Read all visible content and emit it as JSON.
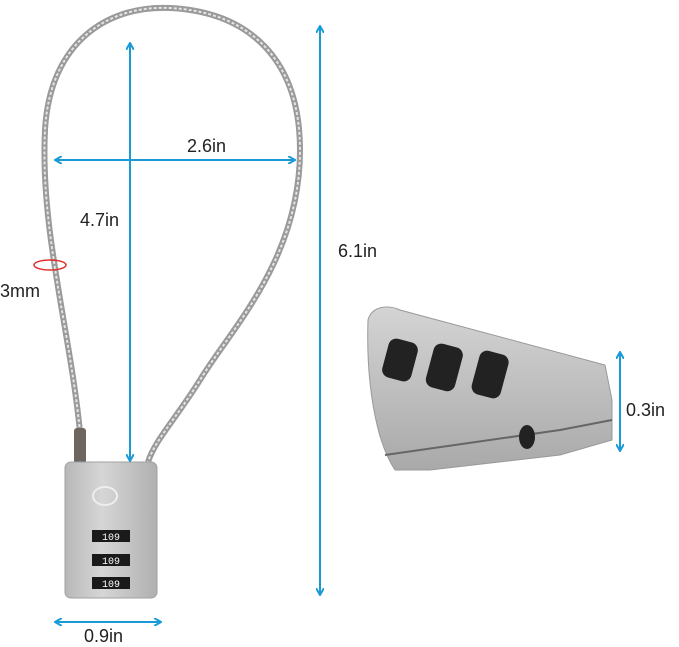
{
  "colors": {
    "dimension_arrow": "#1a9ad6",
    "cable_marker": "#e0302a",
    "lock_body": "#c9c9c9"
  },
  "dimensions": {
    "loop_height": "4.7in",
    "loop_width": "2.6in",
    "cable_diameter": "3mm",
    "total_height": "6.1in",
    "body_width": "0.9in",
    "body_thickness": "0.3in"
  },
  "dials": [
    "109",
    "109",
    "109"
  ]
}
